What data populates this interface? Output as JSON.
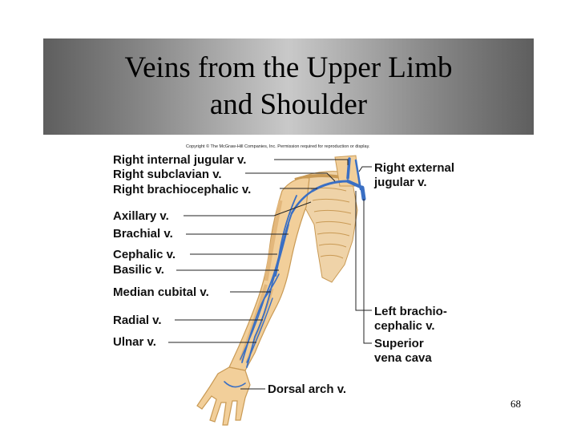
{
  "slide": {
    "title_line1": "Veins from the Upper Limb",
    "title_line2": "and Shoulder",
    "page_number": "68"
  },
  "figure": {
    "copyright": "Copyright © The McGraw-Hill Companies, Inc. Permission required for reproduction or display.",
    "labels_left": [
      "Right internal jugular v.",
      "Right subclavian v.",
      "Right brachiocephalic v.",
      "Axillary v.",
      "Brachial v.",
      "Cephalic v.",
      "Basilic v.",
      "Median cubital v.",
      "Radial v.",
      "Ulnar v."
    ],
    "labels_right": {
      "external_jugular_line1": "Right external",
      "external_jugular_line2": "jugular v.",
      "left_brachiocephalic_line1": "Left brachio-",
      "left_brachiocephalic_line2": "cephalic v.",
      "svc_line1": "Superior",
      "svc_line2": "vena cava"
    },
    "labels_bottom": {
      "dorsal_arch": "Dorsal arch v."
    },
    "colors": {
      "skin": "#f2cf9a",
      "skin_outline": "#c99a55",
      "vein": "#3a6fc4",
      "leader_line": "#222222",
      "title_band_dark": "#5e5e5e",
      "title_band_light": "#c9c9c9"
    }
  }
}
